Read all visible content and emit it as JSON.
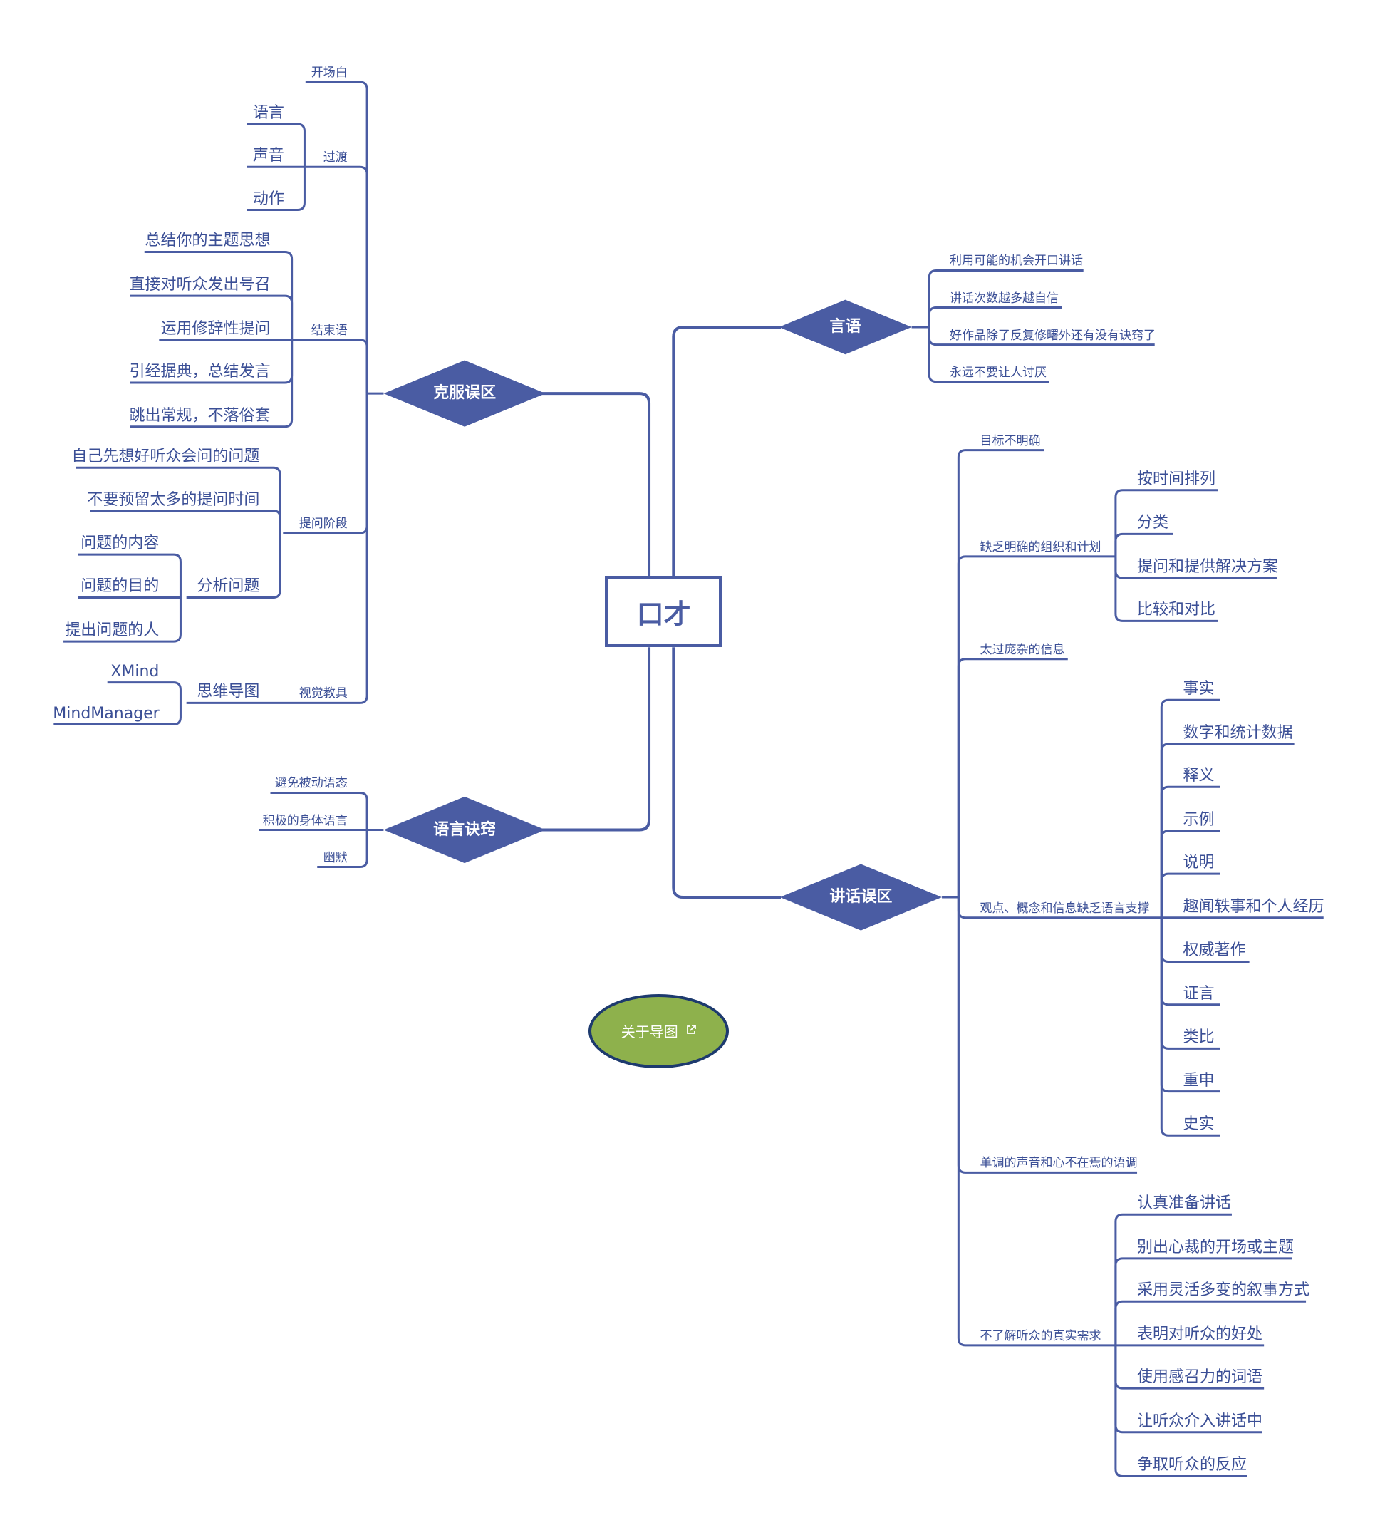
{
  "root": "口才",
  "about": {
    "label": "关于导图",
    "icon": "external-link-icon"
  },
  "colors": {
    "line": "#4a5ca3",
    "text": "#3b4f96",
    "about_fill": "#8eb14c",
    "about_border": "#1d3a6e"
  },
  "branches": {
    "yanyu": {
      "label": "言语",
      "items": [
        "利用可能的机会开口讲话",
        "讲话次数越多越自信",
        "好作品除了反复修曙外还有没有诀窍了",
        "永远不要让人讨厌"
      ]
    },
    "kefu": {
      "label": "克服误区",
      "kaichangbai": "开场白",
      "guodu": {
        "label": "过渡",
        "items": [
          "语言",
          "声音",
          "动作"
        ]
      },
      "jieshuyu": {
        "label": "结束语",
        "items": [
          "总结你的主题思想",
          "直接对听众发出号召",
          "运用修辞性提问",
          "引经据典，总结发言",
          "跳出常规，不落俗套"
        ]
      },
      "tiwen": {
        "label": "提问阶段",
        "items": [
          "自己先想好听众会问的问题",
          "不要预留太多的提问时间"
        ],
        "fenxi": {
          "label": "分析问题",
          "items": [
            "问题的内容",
            "问题的目的",
            "提出问题的人"
          ]
        }
      },
      "shijue": {
        "label": "视觉教具",
        "siwei": {
          "label": "思维导图",
          "items": [
            "XMind",
            "MindManager"
          ]
        }
      }
    },
    "yuyan": {
      "label": "语言诀窍",
      "items": [
        "避免被动语态",
        "积极的身体语言",
        "幽默"
      ]
    },
    "jianghua": {
      "label": "讲话误区",
      "mubiao": "目标不明确",
      "zuzhi": {
        "label": "缺乏明确的组织和计划",
        "items": [
          "按时间排列",
          "分类",
          "提问和提供解决方案",
          "比较和对比"
        ]
      },
      "pangza": "太过庞杂的信息",
      "guandian": {
        "label": "观点、概念和信息缺乏语言支撑",
        "items": [
          "事实",
          "数字和统计数据",
          "释义",
          "示例",
          "说明",
          "趣闻轶事和个人经历",
          "权威著作",
          "证言",
          "类比",
          "重申",
          "史实"
        ]
      },
      "dandiao": "单调的声音和心不在焉的语调",
      "tingzhong": {
        "label": "不了解听众的真实需求",
        "items": [
          "认真准备讲话",
          "别出心裁的开场或主题",
          "采用灵活多变的叙事方式",
          "表明对听众的好处",
          "使用感召力的词语",
          "让听众介入讲话中",
          "争取听众的反应"
        ]
      }
    }
  }
}
